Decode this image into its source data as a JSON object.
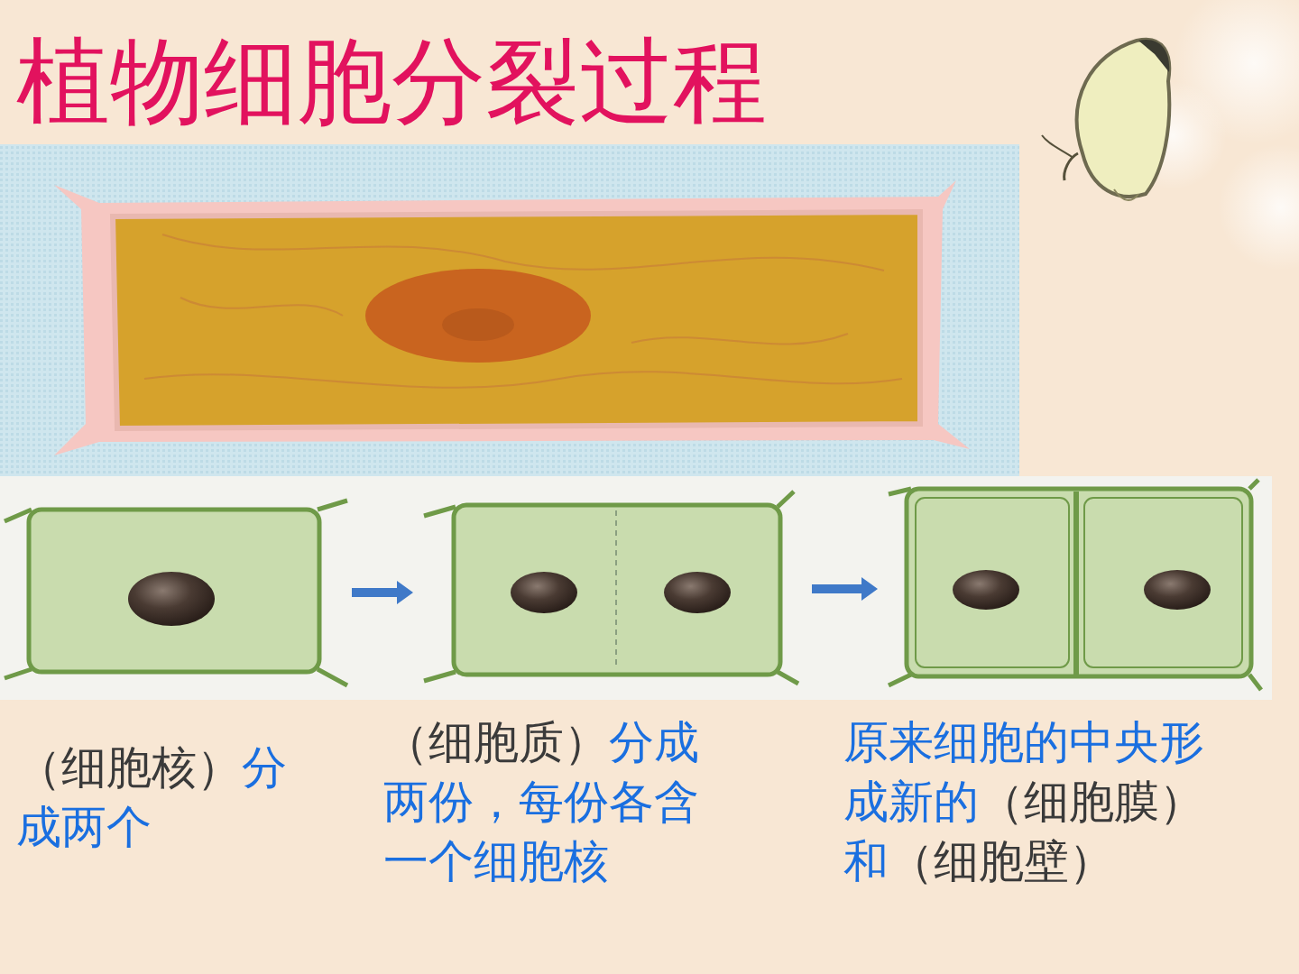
{
  "diagram": {
    "title": "植物细胞分裂过程",
    "labels": [
      "（细胞核）",
      "分成两个",
      "（细胞质）",
      "分成两份，每份各含一个细胞核",
      "原来细胞的中央形成新的",
      "（细胞膜）",
      "和",
      "（细胞壁）"
    ]
  }
}
